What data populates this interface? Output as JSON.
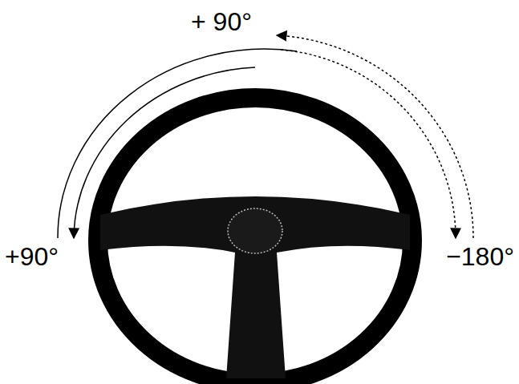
{
  "diagram": {
    "labels": [
      "+ 90°",
      "+90°",
      "−180°"
    ]
  }
}
